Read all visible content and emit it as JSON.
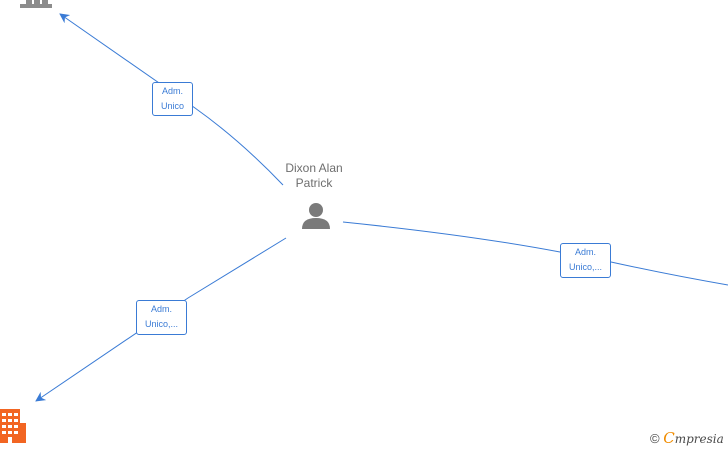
{
  "person": {
    "name_line1": "Dixon Alan",
    "name_line2": "Patrick"
  },
  "edges": [
    {
      "id": "top",
      "label_line1": "Adm.",
      "label_line2": "Unico"
    },
    {
      "id": "left",
      "label_line1": "Adm.",
      "label_line2": "Unico,..."
    },
    {
      "id": "right",
      "label_line1": "Adm.",
      "label_line2": "Unico,..."
    }
  ],
  "watermark": {
    "copyright": "©",
    "brand_first": "C",
    "brand_rest": "mpresia"
  },
  "colors": {
    "edge": "#3a7bd5",
    "person_icon": "#7a7a7a",
    "company_gray": "#8c8c8c",
    "company_orange": "#f26522",
    "brand_accent": "#f08c00"
  },
  "icons": {
    "person": "person-icon",
    "company_top": "building-icon",
    "company_bottom": "building-icon"
  }
}
